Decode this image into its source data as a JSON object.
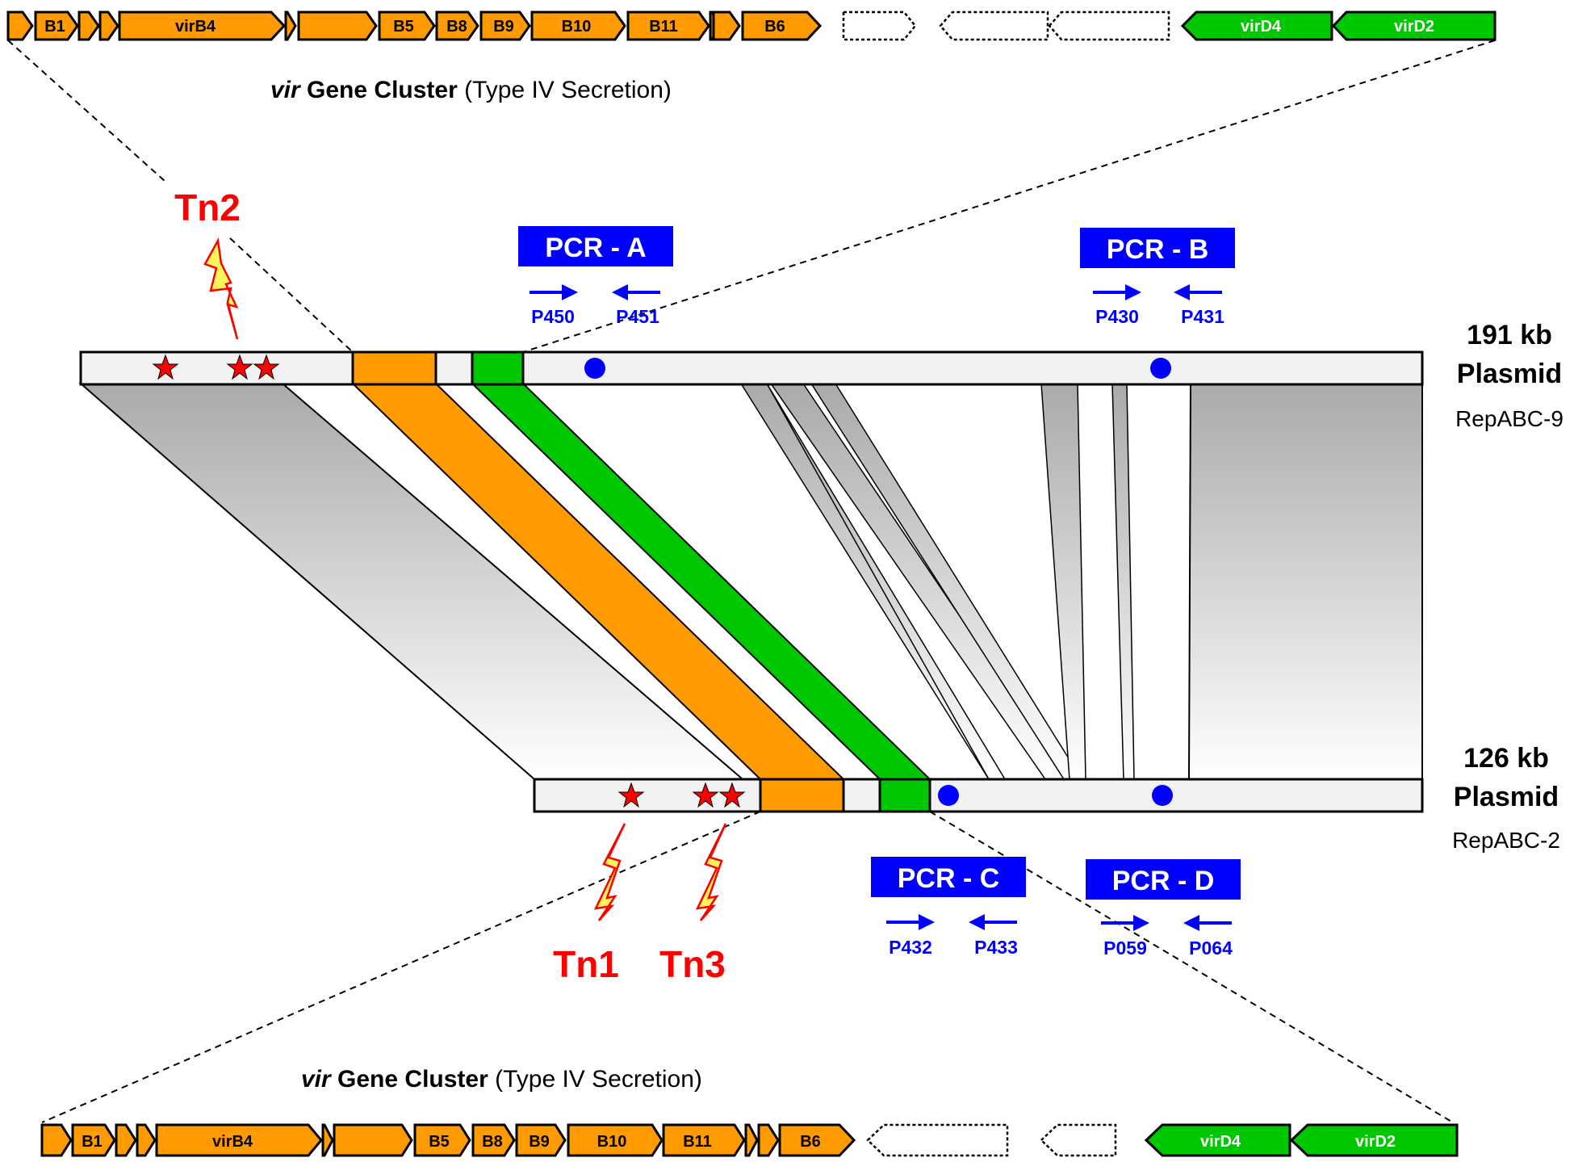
{
  "colors": {
    "orange": "#FF9A00",
    "green": "#00C800",
    "blue": "#0000FF",
    "red": "#FF0000",
    "gray": "#B4B4B4",
    "plasmid_fill": "#F2F2F2"
  },
  "top_cluster": {
    "caption_italic": "vir",
    "caption_bold": " Gene Cluster",
    "caption_rest": " (Type IV Secretion)",
    "genes": [
      "B1",
      "virB4",
      "B5",
      "B8",
      "B9",
      "B10",
      "B11",
      "B6",
      "virD4",
      "virD2"
    ]
  },
  "bottom_cluster": {
    "caption_italic": "vir",
    "caption_bold": " Gene Cluster",
    "caption_rest": " (Type IV Secretion)",
    "genes": [
      "B1",
      "virB4",
      "B5",
      "B8",
      "B9",
      "B10",
      "B11",
      "B6",
      "virD4",
      "virD2"
    ]
  },
  "plasmid_top": {
    "size_label": "191 kb",
    "type_label": "Plasmid",
    "rep_label": "RepABC-9"
  },
  "plasmid_bottom": {
    "size_label": "126 kb",
    "type_label": "Plasmid",
    "rep_label": "RepABC-2"
  },
  "transposons": [
    "Tn2",
    "Tn1",
    "Tn3"
  ],
  "pcr": {
    "A": {
      "label": "PCR - A",
      "fwd": "P450",
      "rev": "P451"
    },
    "B": {
      "label": "PCR - B",
      "fwd": "P430",
      "rev": "P431"
    },
    "C": {
      "label": "PCR - C",
      "fwd": "P432",
      "rev": "P433"
    },
    "D": {
      "label": "PCR - D",
      "fwd": "P059",
      "rev": "P064"
    }
  }
}
